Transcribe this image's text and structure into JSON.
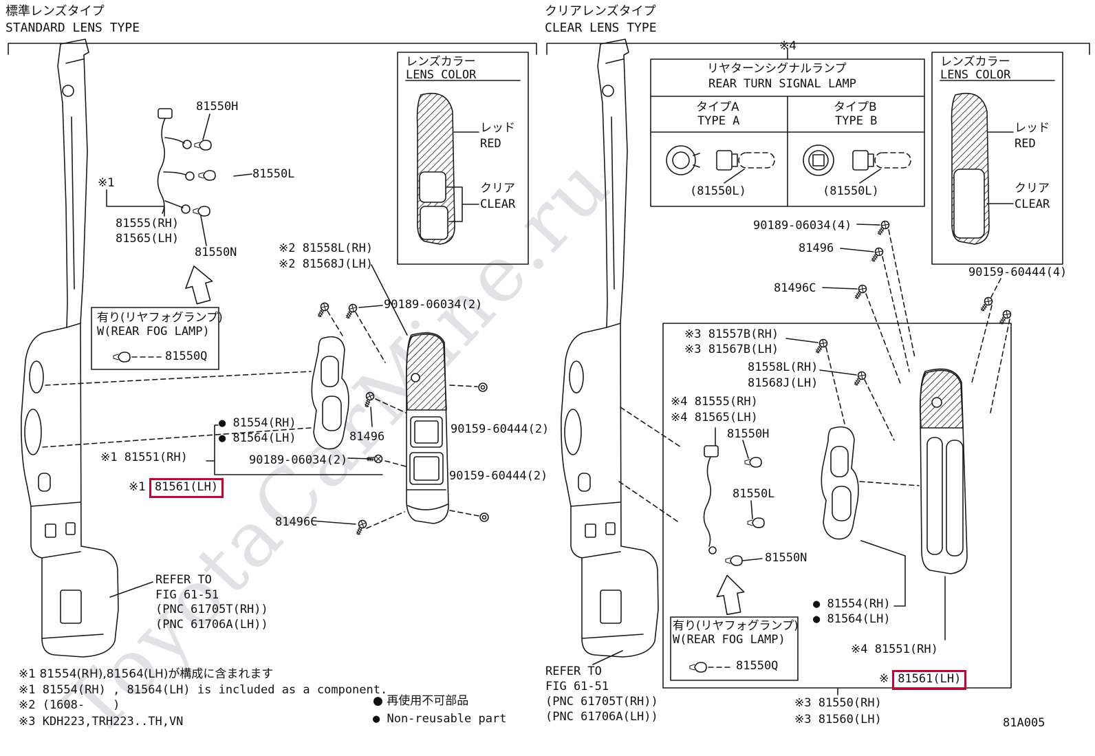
{
  "titles": {
    "standard_jp": "標準レンズタイプ",
    "standard_en": "STANDARD LENS TYPE",
    "clear_jp": "クリアレンズタイプ",
    "clear_en": "CLEAR LENS TYPE"
  },
  "lens_color": {
    "title_jp": "レンズカラー",
    "title_en": "LENS COLOR",
    "red_jp": "レッド",
    "red_en": "RED",
    "clear_jp": "クリア",
    "clear_en": "CLEAR"
  },
  "turn_signal": {
    "ref_mark": "※4",
    "title_jp": "リヤターンシグナルランプ",
    "title_en": "REAR TURN SIGNAL LAMP",
    "type_a_jp": "タイプA",
    "type_a_en": "TYPE A",
    "type_b_jp": "タイプB",
    "type_b_en": "TYPE B",
    "bulb_a": "(81550L)",
    "bulb_b": "(81550L)"
  },
  "common": {
    "screw_2": "90189-06034(2)",
    "nut_2": "90159-60444(2)",
    "screw_4": "90189-06034(4)",
    "nut_4": "90159-60444(4)"
  },
  "fog": {
    "jp": "有り(リヤフォグランプ)",
    "en": "W(REAR FOG LAMP)",
    "bulb": "81550Q"
  },
  "refer": {
    "line1": "REFER TO",
    "line2": "FIG 61-51",
    "line3": "(PNC 61705T(RH))",
    "line4": "(PNC 61706A(LH))"
  },
  "left": {
    "p81550H": "81550H",
    "p81550L": "81550L",
    "ref1": "※1",
    "p81555": "81555(RH)",
    "p81565": "81565(LH)",
    "p81550N": "81550N",
    "p81558L": "※2 81558L(RH)",
    "p81568J": "※2 81568J(LH)",
    "p81554": "● 81554(RH)",
    "p81564": "● 81564(LH)",
    "p81496": "81496",
    "p81551": "※1 81551(RH)",
    "p81561_prefix": "※1",
    "p81561": "81561(LH)",
    "p81496C": "81496C"
  },
  "right": {
    "p81496": "81496",
    "p81496C": "81496C",
    "p81557B": "※3 81557B(RH)",
    "p81567B": "※3 81567B(LH)",
    "p81558L": "81558L(RH)",
    "p81568J": "81568J(LH)",
    "p81555": "※4 81555(RH)",
    "p81565": "※4 81565(LH)",
    "p81550H": "81550H",
    "p81550L": "81550L",
    "p81550N": "81550N",
    "p81554": "● 81554(RH)",
    "p81564": "● 81564(LH)",
    "p81551": "※4 81551(RH)",
    "p81561_prefix": "※",
    "p81561": "81561(LH)",
    "p81550": "※3 81550(RH)",
    "p81560": "※3 81560(LH)"
  },
  "notes": {
    "n1_jp": "※1 81554(RH),81564(LH)が構成に含まれます",
    "n1_en": "※1 81554(RH) , 81564(LH) is included as a component.",
    "n2": "※2 (1608-    )",
    "n3": "※3 KDH223,TRH223..TH,VN"
  },
  "legend": {
    "jp": "● 再使用不可部品",
    "en": "● Non-reusable part"
  },
  "figure_code": "81A005",
  "watermark": "ToyotaCarMine.ru",
  "colors": {
    "highlight_box": "#C40233",
    "line": "#1A1A1A"
  }
}
